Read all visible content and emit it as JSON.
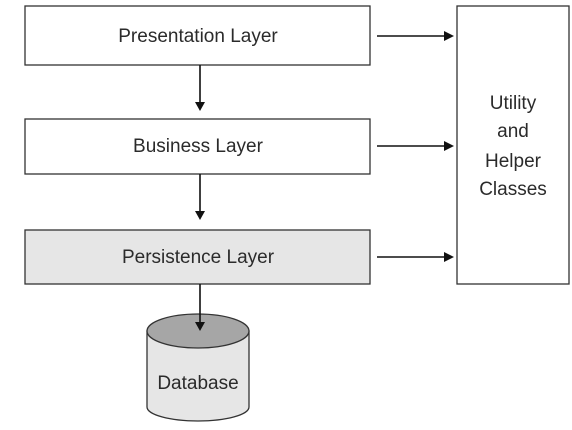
{
  "diagram": {
    "layers": {
      "presentation": "Presentation Layer",
      "business": "Business Layer",
      "persistence": "Persistence Layer"
    },
    "utility": {
      "lines": [
        "Utility",
        "and",
        "Helper",
        "Classes"
      ]
    },
    "database": {
      "label": "Database"
    },
    "colors": {
      "shaded_fill": "#e6e6e6",
      "database_top": "#a6a6a6",
      "stroke": "#333333"
    }
  }
}
